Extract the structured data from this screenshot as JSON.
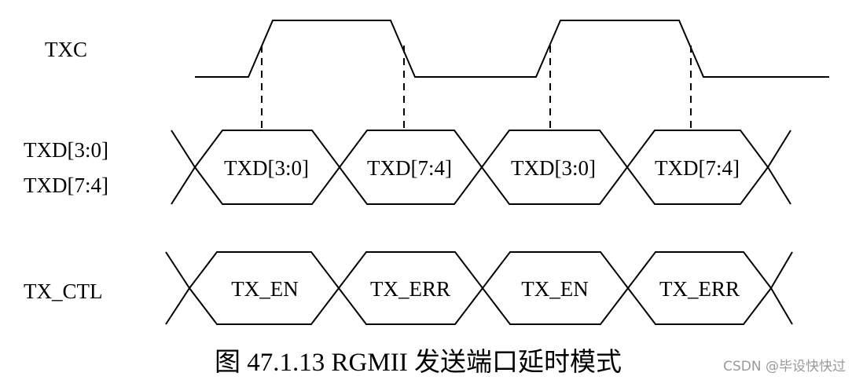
{
  "signals": {
    "txc_label": "TXC",
    "txd_label_line1": "TXD[3:0]",
    "txd_label_line2": "TXD[7:4]",
    "ctl_label": "TX_CTL"
  },
  "txd_cells": [
    "TXD[3:0]",
    "TXD[7:4]",
    "TXD[3:0]",
    "TXD[7:4]"
  ],
  "ctl_cells": [
    "TX_EN",
    "TX_ERR",
    "TX_EN",
    "TX_ERR"
  ],
  "caption": "图 47.1.13 RGMII 发送端口延时模式",
  "watermark": "CSDN @毕设快快过"
}
